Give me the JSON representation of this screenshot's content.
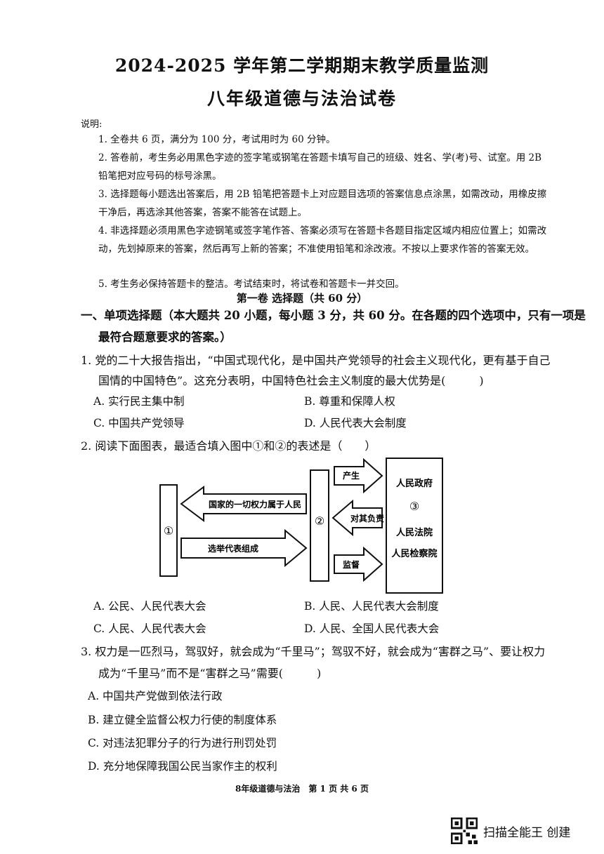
{
  "header": {
    "title_line1": "2024-2025 学年第二学期期末教学质量监测",
    "title_line2": "八年级道德与法治试卷"
  },
  "instructions": {
    "label": "说明:",
    "items": [
      "1. 全卷共 6 页，满分为 100 分，考试用时为 60 分钟。",
      "2. 答卷前，考生务必用黑色字迹的签字笔或钢笔在答题卡填写自己的班级、姓名、学(考)号、试室。用 2B 铅笔把对应号码的标号涂黑。",
      "3. 选择题每小题选出答案后，用 2B 铅笔把答题卡上对应题目选项的答案信息点涂黑，如需改动，用橡皮擦干净后，再选涂其他答案，答案不能答在试题上。",
      "4. 非选择题必须用黑色字迹钢笔或签字笔作答、答案必须写在答题卡各题目指定区域内相应位置上；如需改动，先划掉原来的答案，然后再写上新的答案；不准使用铅笔和涂改液。不按以上要求作答的答案无效。",
      "5. 考生务必保持答题卡的整洁。考试结束时，将试卷和答题卡一并交回。"
    ]
  },
  "section": {
    "title": "第一卷 选择题（共 60 分）",
    "part1_line1": "一、单项选择题（本大题共 20 小题，每小题 3 分，共 60 分。在各题的四个选项中，只有一项是",
    "part1_line2": "最符合题意要求的答案。）"
  },
  "q1": {
    "line1": "1. 党的二十大报告指出，“中国式现代化，是中国共产党领导的社会主义现代化，更有基于自己",
    "line2": "国情的中国特色”。这充分表明，中国特色社会主义制度的最大优势是(　　　)",
    "a": "A. 实行民主集中制",
    "b": "B. 尊重和保障人权",
    "c": "C. 中国共产党领导",
    "d": "D. 人民代表大会制度"
  },
  "q2": {
    "stem": "2. 阅读下面图表，最适合填入图中①和②的表述是（　　）",
    "diagram": {
      "box1": "①",
      "box2": "②",
      "box3_top": "人民政府",
      "box3_mid": "③",
      "box3_l1": "人民法院",
      "box3_l2": "人民检察院",
      "arrow_left": "国家的一切权力属于人民",
      "arrow_right": "选举代表组成",
      "arrow_produce": "产生",
      "arrow_resp": "对其负责",
      "arrow_supervise": "监督"
    },
    "a": "A. 公民、人民代表大会",
    "b": "B. 人民、人民代表大会制度",
    "c": "C. 人民、人民代表大会",
    "d": "D. 人民、全国人民代表大会"
  },
  "q3": {
    "line1": "3. 权力是一匹烈马，驾驭好，就会成为“千里马”；驾驭不好，就会成为“害群之马”、要让权力",
    "line2": "成为“千里马”而不是“害群之马”需要(　　　)",
    "a": "A. 中国共产党做到依法行政",
    "b": "B. 建立健全监督公权力行使的制度体系",
    "c": "C. 对违法犯罪分子的行为进行刑罚处罚",
    "d": "D. 充分地保障我国公民当家作主的权利"
  },
  "footer": "8年级道德与法治　第 1 页 共 6 页",
  "watermark": "扫描全能王 创建"
}
